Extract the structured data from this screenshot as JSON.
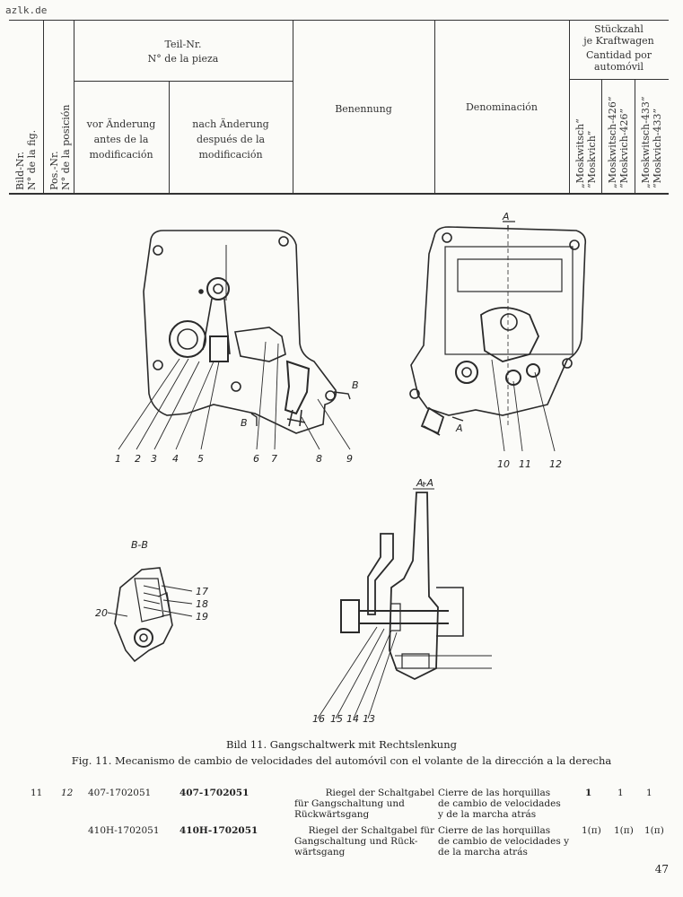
{
  "site_tag": "azlk.de",
  "header": {
    "bild_nr": [
      "Bild-Nr.",
      "N° de la fig."
    ],
    "pos_nr": [
      "Pos.-Nr.",
      "N° de la posición"
    ],
    "teil_nr": [
      "Teil-Nr.",
      "N° de la pieza"
    ],
    "vor": [
      "vor Änderung",
      "antes de la",
      "modificación"
    ],
    "nach": [
      "nach Änderung",
      "después de la",
      "modificación"
    ],
    "benennung": "Benennung",
    "denominacion": "Denominación",
    "stueckzahl": [
      "Stückzahl",
      "je Kraftwagen",
      "Cantidad por",
      "automóvil"
    ],
    "models": [
      [
        "„Moskwitsch“",
        "“Moskvich”"
      ],
      [
        "„Moskwitsch-426“",
        "“Moskvich-426”"
      ],
      [
        "„Moskwitsch-433“",
        "“Moskvich-433”"
      ]
    ]
  },
  "figure": {
    "section_labels": [
      "A",
      "A",
      "B",
      "B",
      "A-A",
      "B-B"
    ],
    "callouts_top": [
      "1",
      "2",
      "3",
      "4",
      "5",
      "6",
      "7",
      "8",
      "9",
      "10",
      "11",
      "12"
    ],
    "callouts_bottom": [
      "16",
      "15",
      "14",
      "13"
    ],
    "callouts_bb": [
      "17",
      "18",
      "19",
      "20"
    ]
  },
  "caption": {
    "de": "Bild 11. Gangschaltwerk mit Rechtslenkung",
    "es": "Fig. 11. Mecanismo de cambio de velocidades del automóvil con el volante de la dirección  a la derecha"
  },
  "parts": [
    {
      "fig": "11",
      "pos": "12",
      "before": "407-1702051",
      "after": "407-1702051",
      "de": [
        "Riegel  der  Schaltgabel",
        "für   Gangschaltung   und",
        "Rückwärtsgang"
      ],
      "es": [
        "Cierre  de  las  horquillas",
        "de cambio de velocidades",
        "y  de  la marcha atrás"
      ],
      "qty": [
        "1",
        "1",
        "1"
      ]
    },
    {
      "fig": "",
      "pos": "",
      "before": "410H-1702051",
      "after": "410H-1702051",
      "de": [
        "Riegel der Schaltgabel für",
        "Gangschaltung  und  Rück-",
        "wärtsgang"
      ],
      "es": [
        "Cierre  de  las  horquillas",
        "de cambio de velocidades y",
        "de la marcha atrás"
      ],
      "qty": [
        "1(п)",
        "1(п)",
        "1(п)"
      ]
    }
  ],
  "page_number": "47"
}
